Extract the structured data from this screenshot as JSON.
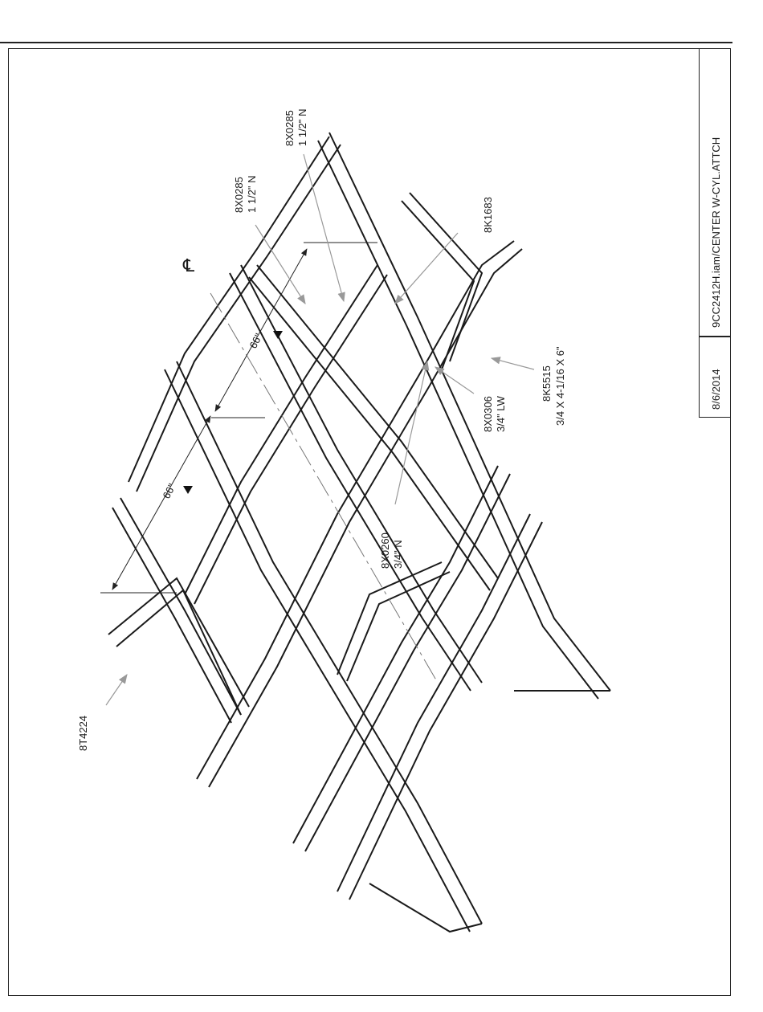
{
  "title_block": {
    "file": "9CC2412H.iam/CENTER W-CYL.ATTCH",
    "date": "8/6/2014"
  },
  "labels": {
    "centerline": "℄",
    "dim_upper": "66\"",
    "dim_lower": "66\"",
    "part_8X0285_a": {
      "number": "8X0285",
      "size": "1 1/2\" N"
    },
    "part_8X0285_b": {
      "number": "8X0285",
      "size": "1 1/2\" N"
    },
    "part_8K1683": {
      "number": "8K1683"
    },
    "part_8K5515": {
      "number": "8K5515",
      "size": "3/4 X 4-1/16 X 6\""
    },
    "part_8X0306": {
      "number": "8X0306",
      "size": "3/4\" LW"
    },
    "part_8X0260": {
      "number": "8X0260",
      "size": "3/4\" N"
    },
    "part_8T4224": {
      "number": "8T4224"
    }
  }
}
